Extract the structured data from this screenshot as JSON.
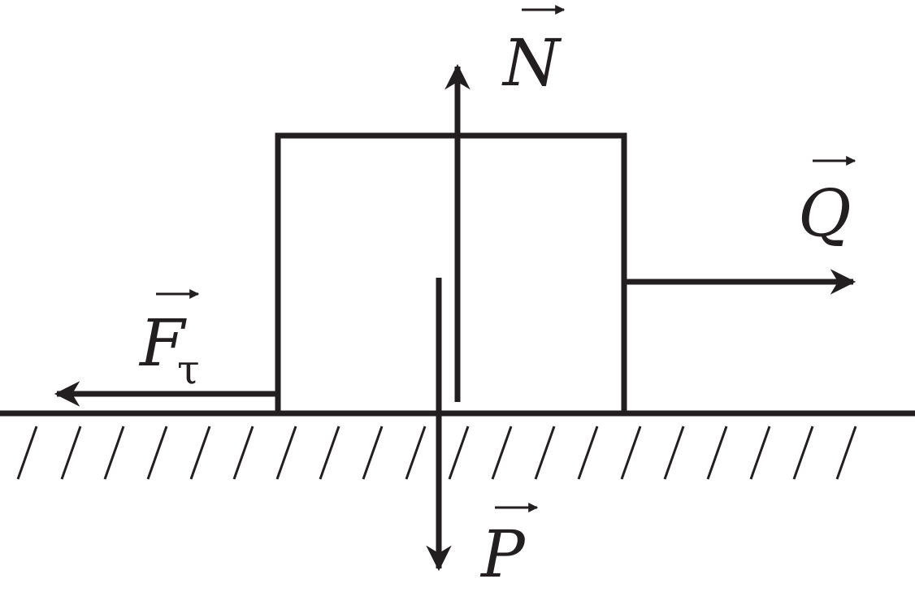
{
  "colors": {
    "ink": "#231f20",
    "background": "#ffffff"
  },
  "labels": {
    "normal": "N",
    "applied": "Q",
    "friction": "F",
    "friction_subscript": "τ",
    "weight": "P"
  }
}
